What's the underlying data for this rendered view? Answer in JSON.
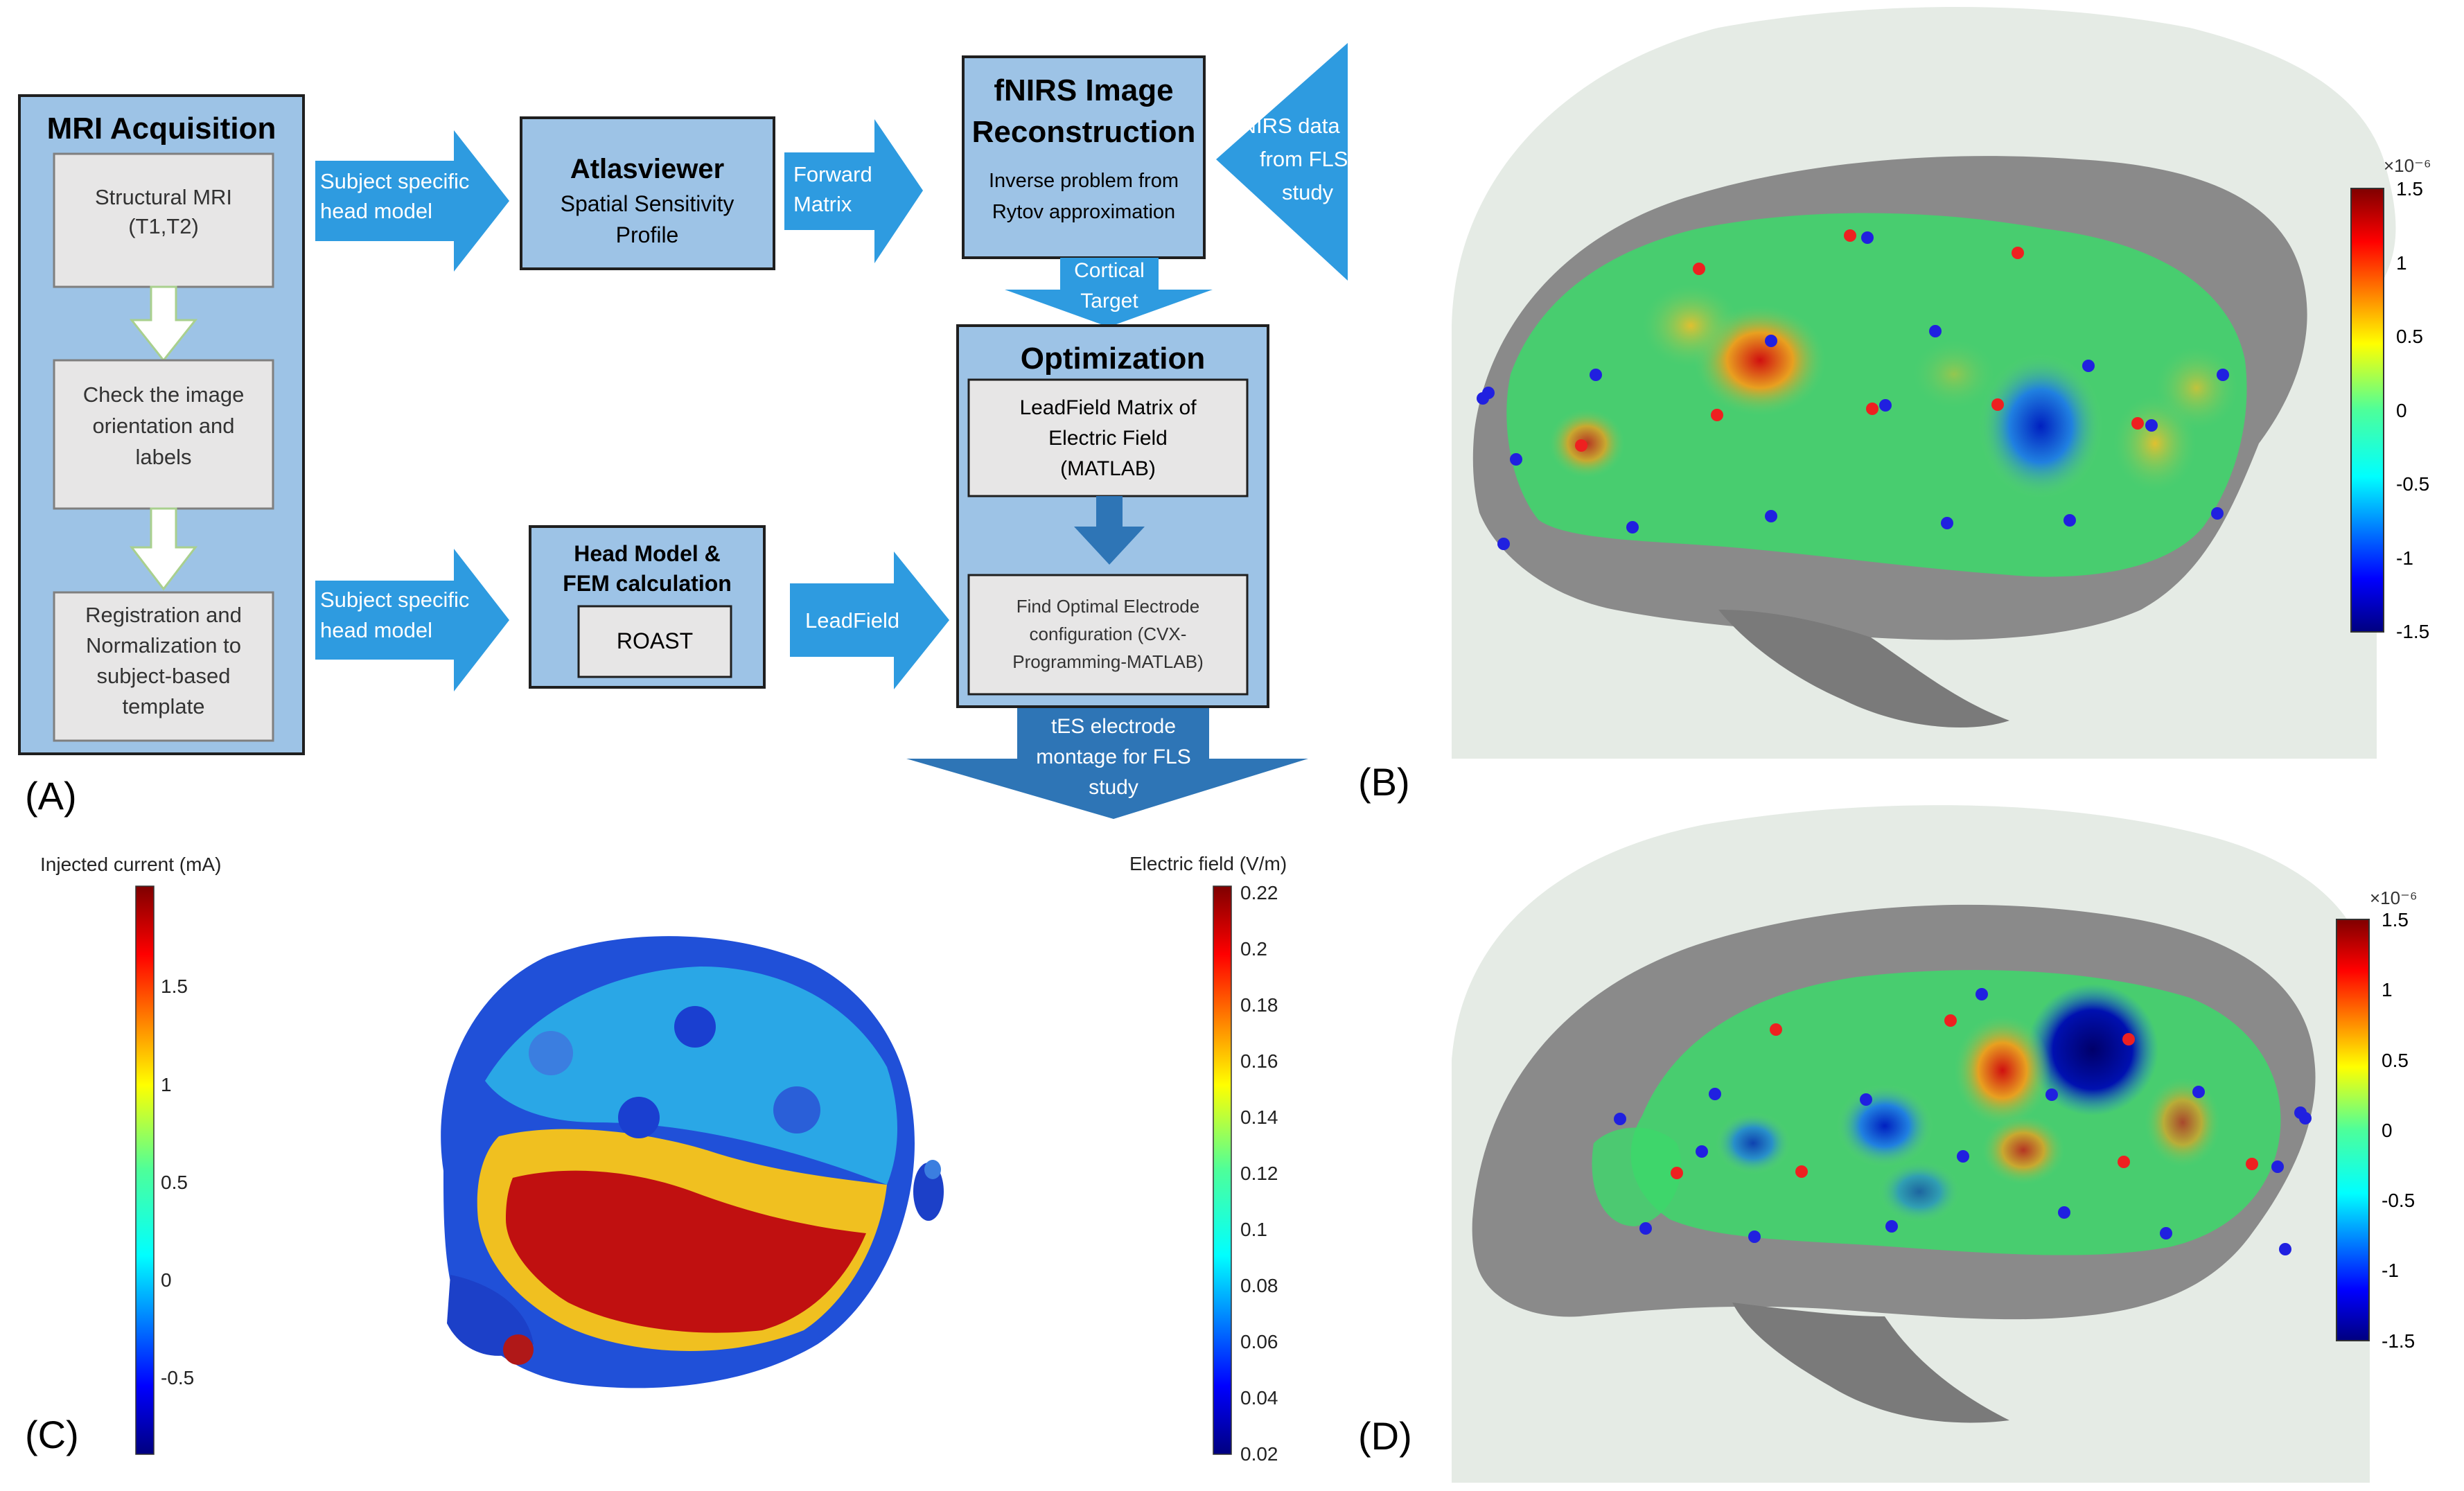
{
  "flowchart": {
    "mri": {
      "title": "MRI Acquisition",
      "step1": [
        "Structural MRI",
        "(T1,T2)"
      ],
      "step2": [
        "Check the image",
        "orientation and",
        "labels"
      ],
      "step3": [
        "Registration and",
        "Normalization to",
        "subject-based",
        "template"
      ]
    },
    "arrow_head_model_top": [
      "Subject specific",
      "head model"
    ],
    "arrow_head_model_bottom": [
      "Subject specific",
      "head model"
    ],
    "atlasviewer": {
      "title": "Atlasviewer",
      "lines": [
        "Spatial Sensitivity",
        "Profile"
      ]
    },
    "arrow_forward": [
      "Forward",
      "Matrix"
    ],
    "fnirs": {
      "title": [
        "fNIRS Image",
        "Reconstruction"
      ],
      "lines": [
        "Inverse problem from",
        "Rytov approximation"
      ]
    },
    "arrow_fnirs_data": [
      "fNIRS data",
      "from FLS",
      "study"
    ],
    "arrow_cortical": [
      "Cortical",
      "Target"
    ],
    "optimization": {
      "title": "Optimization",
      "box1": [
        "LeadField Matrix of",
        "Electric Field",
        "(MATLAB)"
      ],
      "box2": [
        "Find Optimal Electrode",
        "configuration (CVX-",
        "Programming-MATLAB)"
      ]
    },
    "headmodel": {
      "title": [
        "Head Model &",
        "FEM calculation"
      ],
      "inner": "ROAST"
    },
    "arrow_leadfield": "LeadField",
    "arrow_tes": [
      "tES electrode",
      "montage for FLS",
      "study"
    ]
  },
  "labels": {
    "a": "(A)",
    "b": "(B)",
    "c": "(C)",
    "d": "(D)"
  },
  "colorbar_b": {
    "exponent": "×10⁻⁶",
    "ticks": [
      "1.5",
      "1",
      "0.5",
      "0",
      "-0.5",
      "-1",
      "-1.5"
    ]
  },
  "colorbar_d": {
    "exponent": "×10⁻⁶",
    "ticks": [
      "1.5",
      "1",
      "0.5",
      "0",
      "-0.5",
      "-1",
      "-1.5"
    ]
  },
  "colorbar_c_left": {
    "title": "Injected current (mA)",
    "ticks": [
      "1.5",
      "1",
      "0.5",
      "0",
      "-0.5"
    ]
  },
  "colorbar_c_right": {
    "title": "Electric field (V/m)",
    "ticks": [
      "0.22",
      "0.2",
      "0.18",
      "0.16",
      "0.14",
      "0.12",
      "0.1",
      "0.08",
      "0.06",
      "0.04",
      "0.02"
    ]
  },
  "colors": {
    "box_fill": "#9dc3e6",
    "box_stroke": "#1f1f1f",
    "inner_fill": "#e7e6e6",
    "arrow_light": "#2e9be0",
    "arrow_dark": "#2e75b6",
    "head": "#e5ebe5",
    "brain": "#8a8a8a"
  }
}
